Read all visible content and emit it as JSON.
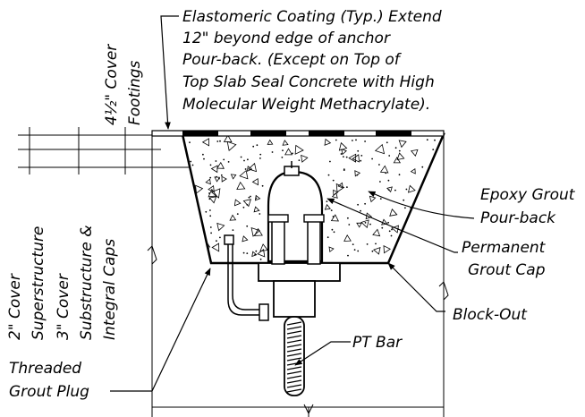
{
  "diagram": {
    "callouts": {
      "elastomeric_coating": [
        "Elastomeric Coating (Typ.) Extend",
        "12\" beyond edge of anchor",
        "Pour-back. (Except on Top of",
        "Top Slab Seal Concrete with High",
        "Molecular Weight Methacrylate)."
      ],
      "epoxy_grout": [
        "Epoxy Grout",
        "Pour-back"
      ],
      "grout_cap": [
        "Permanent",
        "Grout Cap"
      ],
      "block_out": "Block-Out",
      "pt_bar": "PT Bar",
      "grout_plug": [
        "Threaded",
        "Grout Plug"
      ]
    },
    "cover_labels": {
      "footings": [
        "4½\" Cover",
        "Footings"
      ],
      "superstructure": [
        "2\" Cover",
        "Superstructure"
      ],
      "substructure": [
        "3\" Cover",
        "Substructure &",
        "Integral Caps"
      ]
    }
  }
}
